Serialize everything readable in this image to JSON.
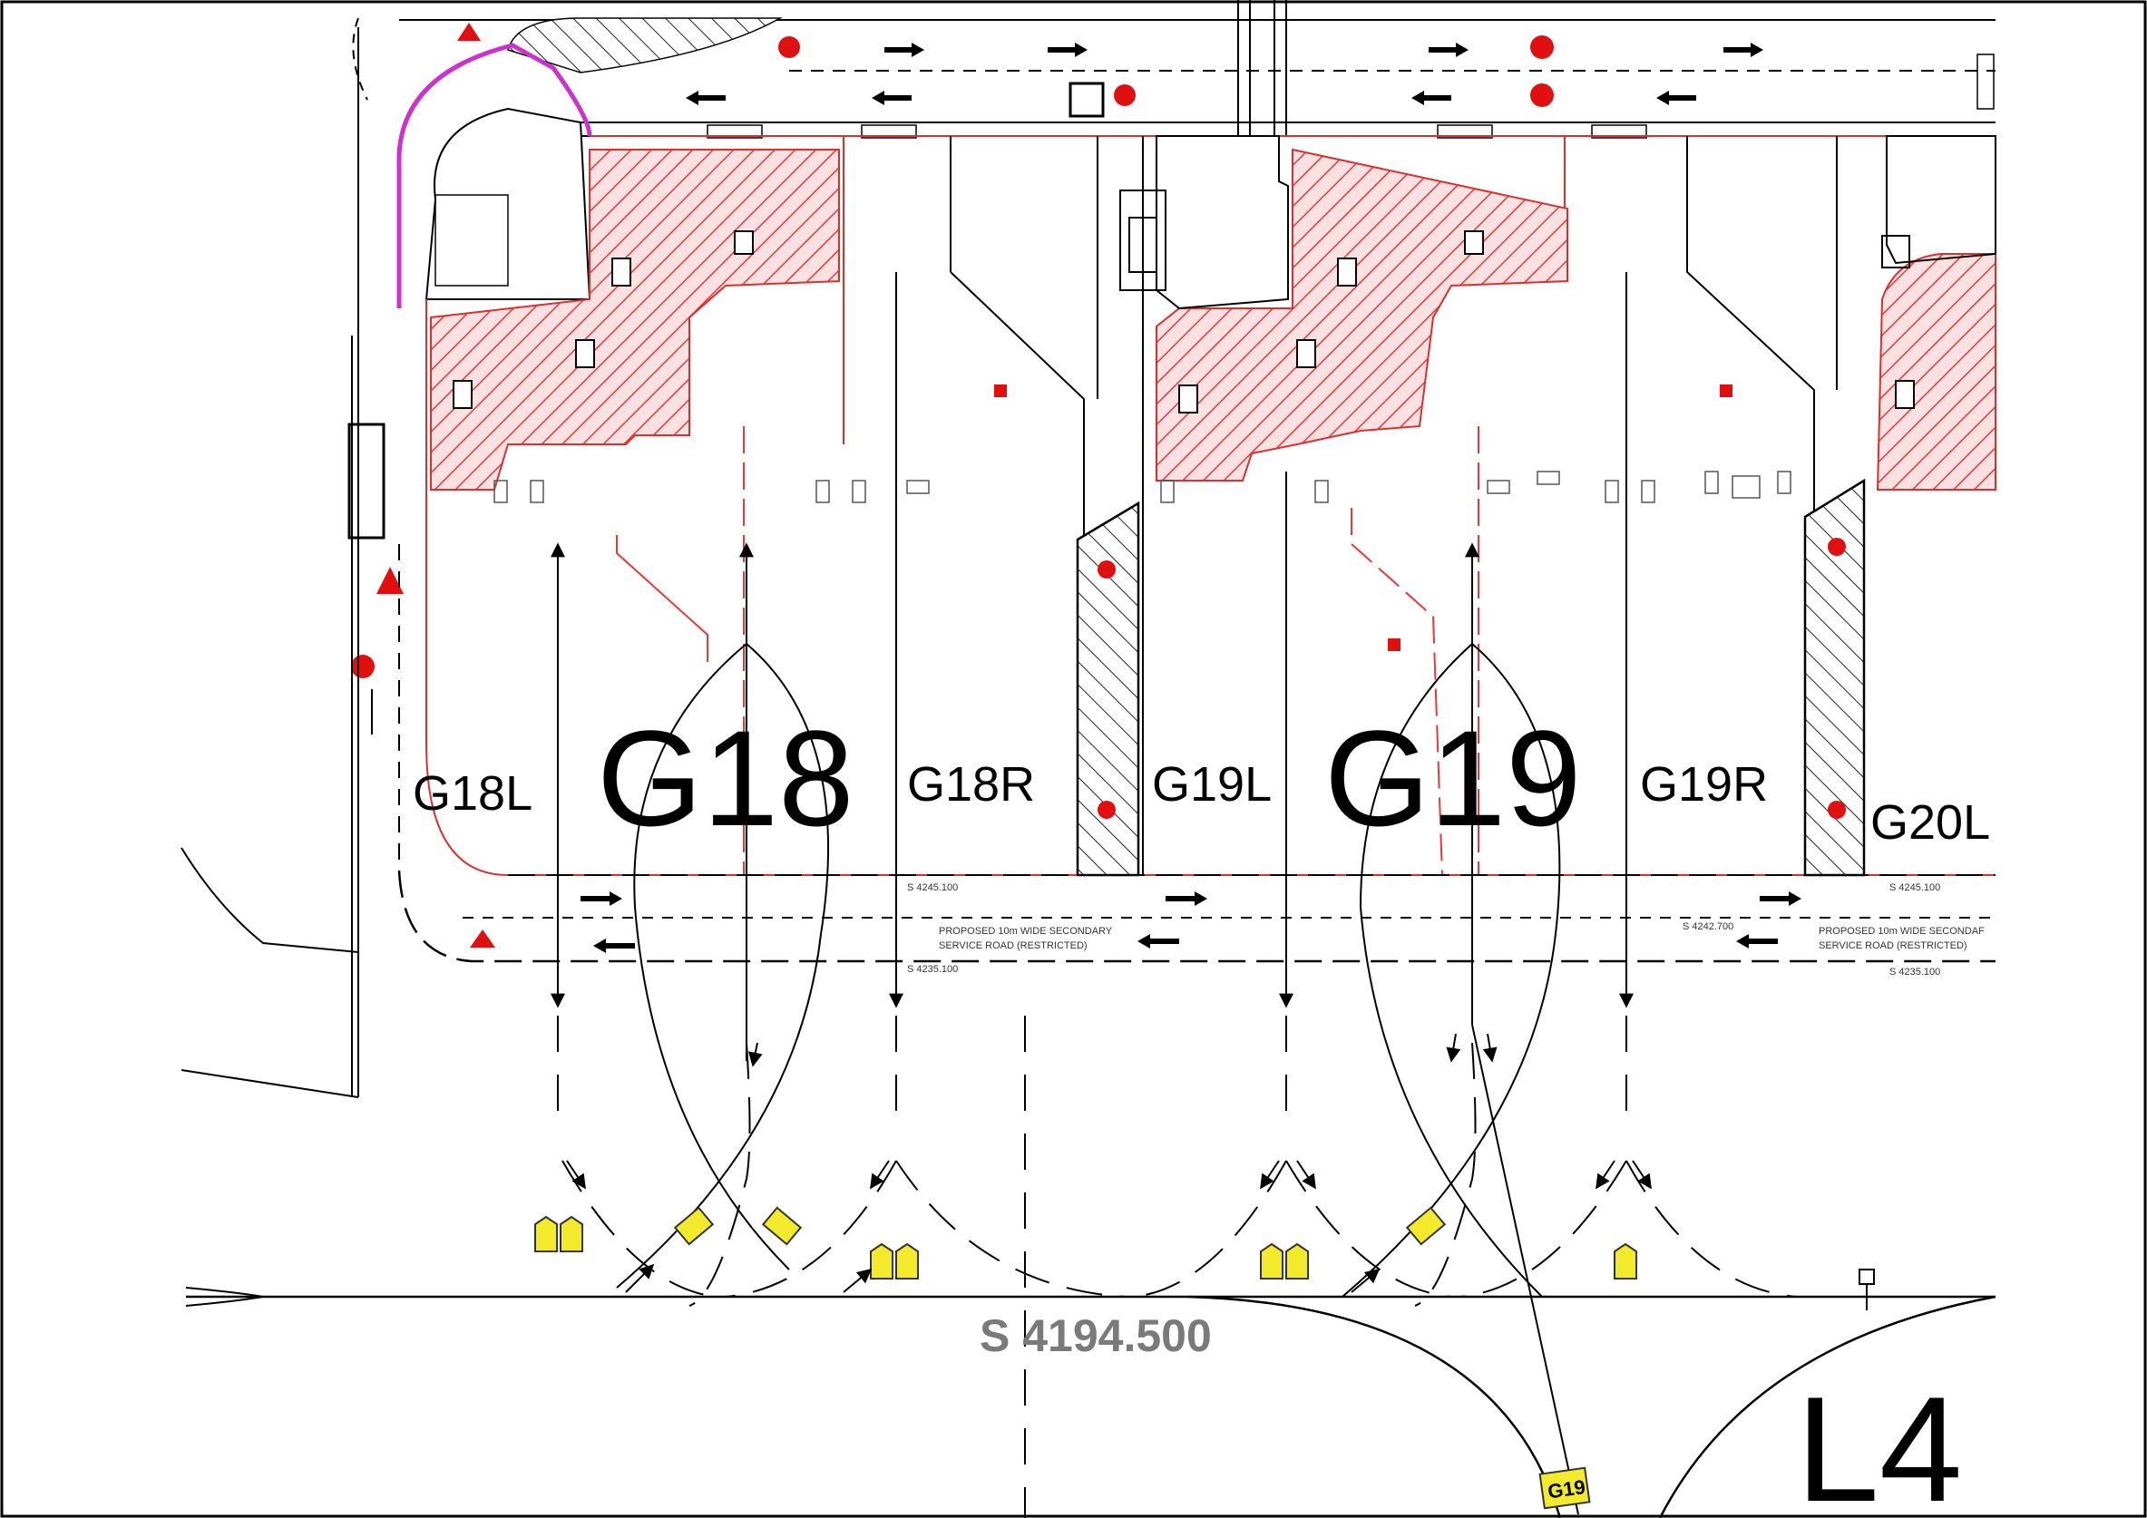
{
  "drawing": {
    "gates": [
      "G18",
      "G19"
    ],
    "lanes": [
      "G18L",
      "G18R",
      "G19L",
      "G19R",
      "G20L"
    ],
    "road_label": "L4",
    "main_station": "S 4194.500",
    "stations": {
      "top_left": "S 4245.100",
      "bottom_left": "S 4235.100",
      "mid_right": "S 4242.700",
      "top_right": "S 4245.100",
      "bottom_right": "S 4235.100"
    },
    "service_road_notes": {
      "left_line1": "PROPOSED 10m WIDE SECONDARY",
      "left_line2": "SERVICE ROAD (RESTRICTED)",
      "right_line1": "PROPOSED 10m WIDE SECONDAF",
      "right_line2": "SERVICE ROAD (RESTRICTED)"
    },
    "yellow_tag": "G19",
    "colors": {
      "hatch_red": "#e83838",
      "marker_red": "#e01010",
      "sign_yellow": "#f2ea2a",
      "boundary_magenta": "#cc33cc",
      "line": "#000000"
    }
  }
}
